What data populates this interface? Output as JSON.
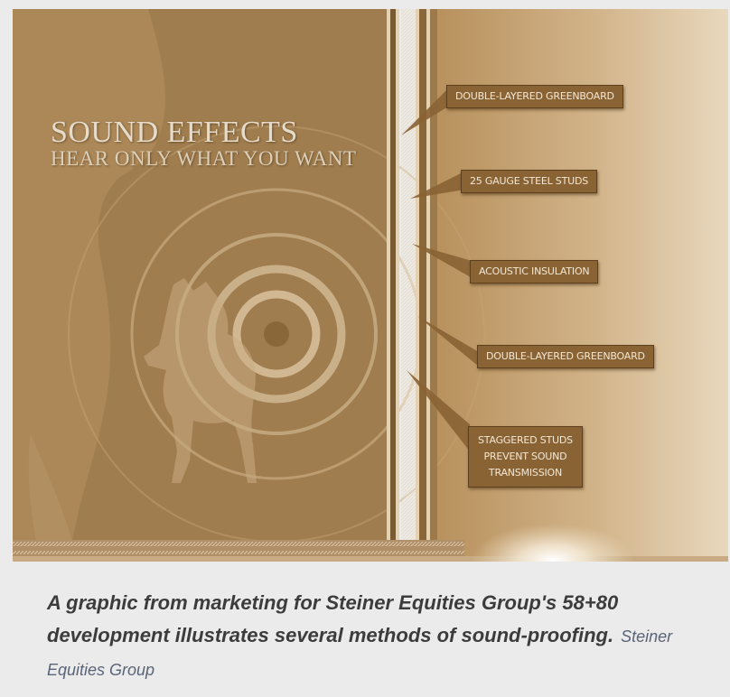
{
  "graphic": {
    "headline": "SOUND EFFECTS",
    "subheadline": "HEAR ONLY WHAT YOU WANT",
    "callouts": [
      {
        "id": "greenboard-outer",
        "text": "DOUBLE-LAYERED GREENBOARD"
      },
      {
        "id": "steel-studs",
        "text": "25 GAUGE STEEL STUDS"
      },
      {
        "id": "acoustic-insulation",
        "text": "ACOUSTIC INSULATION"
      },
      {
        "id": "greenboard-inner",
        "text": "DOUBLE-LAYERED GREENBOARD"
      },
      {
        "id": "staggered-studs",
        "text": "STAGGERED STUDS\nPREVENT SOUND\nTRANSMISSION"
      }
    ],
    "colors": {
      "background": "#a07d4e",
      "wall_panel": "#c9a97b",
      "label_fill": "#8a6335",
      "label_text": "#f2e8d6",
      "caption_bg": "#ebebeb"
    }
  },
  "caption": {
    "text": "A graphic from marketing for Steiner Equities Group's 58+80 development illustrates several methods of sound-proofing.",
    "credit": "Steiner Equities Group"
  }
}
